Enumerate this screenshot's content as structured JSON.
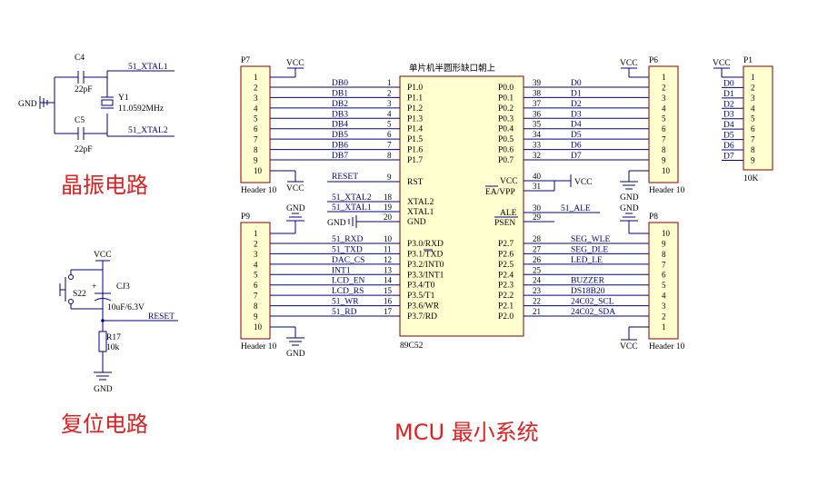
{
  "section_titles": {
    "crystal": "晶振电路",
    "reset": "复位电路",
    "mcu": "MCU 最小系统"
  },
  "crystal": {
    "c4": "C4",
    "c4_val": "22pF",
    "c5": "C5",
    "c5_val": "22pF",
    "y1": "Y1",
    "y1_val": "11.0592MHz",
    "net1": "51_XTAL1",
    "net2": "51_XTAL2",
    "gnd": "GND"
  },
  "reset": {
    "vcc": "VCC",
    "sw": "S22",
    "cap": "CJ3",
    "cap_val": "10uF/6.3V",
    "plus": "+",
    "res": "R17",
    "res_val": "10k",
    "net": "RESET",
    "gnd": "GND"
  },
  "mcu": {
    "title": "单片机半圆形缺口朝上",
    "part": "89C52",
    "left_top": [
      {
        "pin": "1",
        "name": "P1.0",
        "net": "DB0"
      },
      {
        "pin": "2",
        "name": "P1.1",
        "net": "DB1"
      },
      {
        "pin": "3",
        "name": "P1.2",
        "net": "DB2"
      },
      {
        "pin": "4",
        "name": "P1.3",
        "net": "DB3"
      },
      {
        "pin": "5",
        "name": "P1.4",
        "net": "DB4"
      },
      {
        "pin": "6",
        "name": "P1.5",
        "net": "DB5"
      },
      {
        "pin": "7",
        "name": "P1.6",
        "net": "DB6"
      },
      {
        "pin": "8",
        "name": "P1.7",
        "net": "DB7"
      }
    ],
    "rst": {
      "pin": "9",
      "name": "RST",
      "net": "RESET"
    },
    "xtal2": {
      "pin": "18",
      "name": "XTAL2",
      "net": "51_XTAL2"
    },
    "xtal1": {
      "pin": "19",
      "name": "XTAL1",
      "net": "51_XTAL1"
    },
    "gnd": {
      "pin": "20",
      "name": "GND",
      "net": "GND"
    },
    "left_bot": [
      {
        "pin": "10",
        "name": "P3.0/RXD",
        "net": "51_RXD"
      },
      {
        "pin": "11",
        "name": "P3.1/TXD",
        "net": "51_TXD"
      },
      {
        "pin": "12",
        "name": "P3.2/INT0",
        "net": "DAC_CS"
      },
      {
        "pin": "13",
        "name": "P3.3/INT1",
        "net": "INT1"
      },
      {
        "pin": "14",
        "name": "P3.4/T0",
        "net": "LCD_EN"
      },
      {
        "pin": "15",
        "name": "P3.5/T1",
        "net": "LCD_RS"
      },
      {
        "pin": "16",
        "name": "P3.6/WR",
        "net": "51_WR"
      },
      {
        "pin": "17",
        "name": "P3.7/RD",
        "net": "51_RD"
      }
    ],
    "right_top": [
      {
        "pin": "39",
        "name": "P0.0",
        "net": "D0"
      },
      {
        "pin": "38",
        "name": "P0.1",
        "net": "D1"
      },
      {
        "pin": "37",
        "name": "P0.2",
        "net": "D2"
      },
      {
        "pin": "36",
        "name": "P0.3",
        "net": "D3"
      },
      {
        "pin": "35",
        "name": "P0.4",
        "net": "D4"
      },
      {
        "pin": "34",
        "name": "P0.5",
        "net": "D5"
      },
      {
        "pin": "33",
        "name": "P0.6",
        "net": "D6"
      },
      {
        "pin": "32",
        "name": "P0.7",
        "net": "D7"
      }
    ],
    "vcc": {
      "pin": "40",
      "name": "VCC",
      "net": "VCC"
    },
    "eavpp": {
      "pin": "31",
      "name": "EA/VPP"
    },
    "ale": {
      "pin": "30",
      "name": "ALE",
      "net": "51_ALE"
    },
    "psen": {
      "pin": "29",
      "name": "PSEN"
    },
    "right_bot": [
      {
        "pin": "28",
        "name": "P2.7",
        "net": "SEG_WLE"
      },
      {
        "pin": "27",
        "name": "P2.6",
        "net": "SEG_DLE"
      },
      {
        "pin": "26",
        "name": "P2.5",
        "net": "LED_LE"
      },
      {
        "pin": "25",
        "name": "P2.4",
        "net": ""
      },
      {
        "pin": "24",
        "name": "P2.3",
        "net": "BUZZER"
      },
      {
        "pin": "23",
        "name": "P2.2",
        "net": "DS18B20"
      },
      {
        "pin": "22",
        "name": "P2.1",
        "net": "24C02_SCL"
      },
      {
        "pin": "21",
        "name": "P2.0",
        "net": "24C02_SDA"
      }
    ]
  },
  "headers": {
    "p7": {
      "ref": "P7",
      "label": "Header 10",
      "pins": [
        "1",
        "2",
        "3",
        "4",
        "5",
        "6",
        "7",
        "8",
        "9",
        "10"
      ],
      "pwr_top": "VCC",
      "pwr_bot": "VCC"
    },
    "p9": {
      "ref": "P9",
      "label": "Header 10",
      "pins": [
        "1",
        "2",
        "3",
        "4",
        "5",
        "6",
        "7",
        "8",
        "9",
        "10"
      ],
      "pwr_top": "GND",
      "pwr_bot": "GND"
    },
    "p6": {
      "ref": "P6",
      "label": "Header 10",
      "pins": [
        "1",
        "2",
        "3",
        "4",
        "5",
        "6",
        "7",
        "8",
        "9",
        "10"
      ],
      "pwr_top": "VCC",
      "pwr_bot": "GND"
    },
    "p8": {
      "ref": "P8",
      "label": "Header 10",
      "pins": [
        "10",
        "9",
        "8",
        "7",
        "6",
        "5",
        "4",
        "3",
        "2",
        "1"
      ],
      "pwr_top": "GND",
      "pwr_bot": "VCC"
    },
    "p1": {
      "ref": "P1",
      "label": "10K",
      "pins": [
        "1",
        "2",
        "3",
        "4",
        "5",
        "6",
        "7",
        "8",
        "9"
      ],
      "pwr": "VCC",
      "nets": [
        "D0",
        "D1",
        "D2",
        "D3",
        "D4",
        "D5",
        "D6",
        "D7"
      ]
    }
  }
}
